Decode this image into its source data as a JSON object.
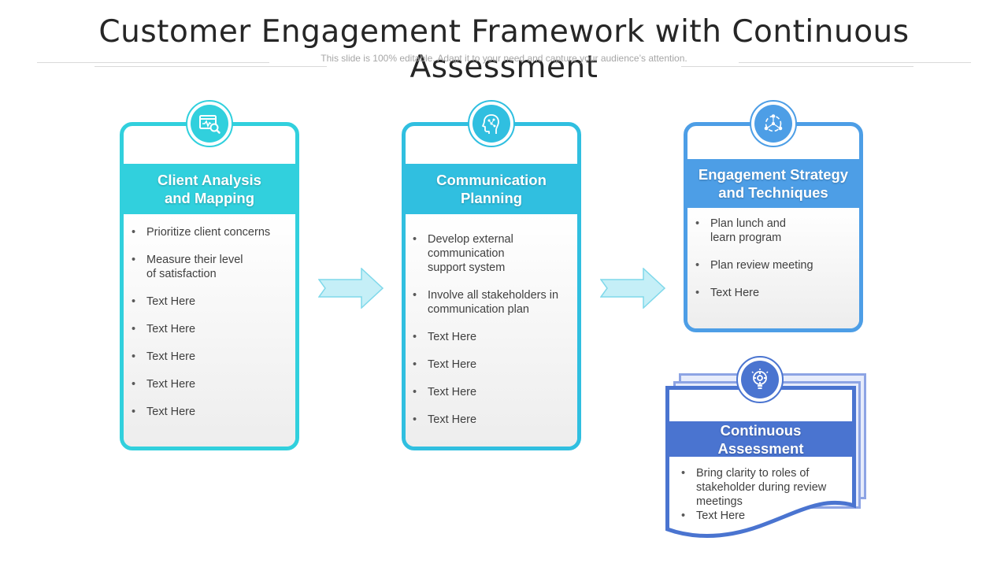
{
  "header": {
    "title": "Customer Engagement Framework with Continuous Assessment",
    "subtitle": "This slide is 100% editable. Adapt it to your need and capture your audience’s attention."
  },
  "colors": {
    "teal": "#31d0dd",
    "cyan": "#30bfe0",
    "blue": "#4d9ee6",
    "indigo": "#4a74d0",
    "arrow_fill": "#c5eff7",
    "arrow_stroke": "#7fd8ea"
  },
  "cards": [
    {
      "title": "Client Analysis\nand Mapping",
      "icon": "web-analytics-icon",
      "bullets": [
        "Prioritize client concerns",
        "Measure their level\n of  satisfaction",
        "Text Here",
        "Text Here",
        "Text Here",
        "Text Here",
        "Text Here"
      ]
    },
    {
      "title": "Communication\nPlanning",
      "icon": "brain-chip-icon",
      "bullets": [
        "Develop external\ncommunication\n support system",
        "Involve all stakeholders in\ncommunication plan",
        "Text Here",
        "Text Here",
        "Text Here",
        "Text Here"
      ]
    },
    {
      "title": "Engagement Strategy\nand Techniques",
      "icon": "network-people-icon",
      "bullets": [
        "Plan lunch and\nlearn program",
        "Plan review meeting",
        "Text Here"
      ]
    },
    {
      "title": "Continuous\nAssessment",
      "icon": "lightbulb-gear-icon",
      "bullets": [
        "Bring clarity to roles of\nstakeholder during review\nmeetings",
        "Text Here"
      ]
    }
  ]
}
